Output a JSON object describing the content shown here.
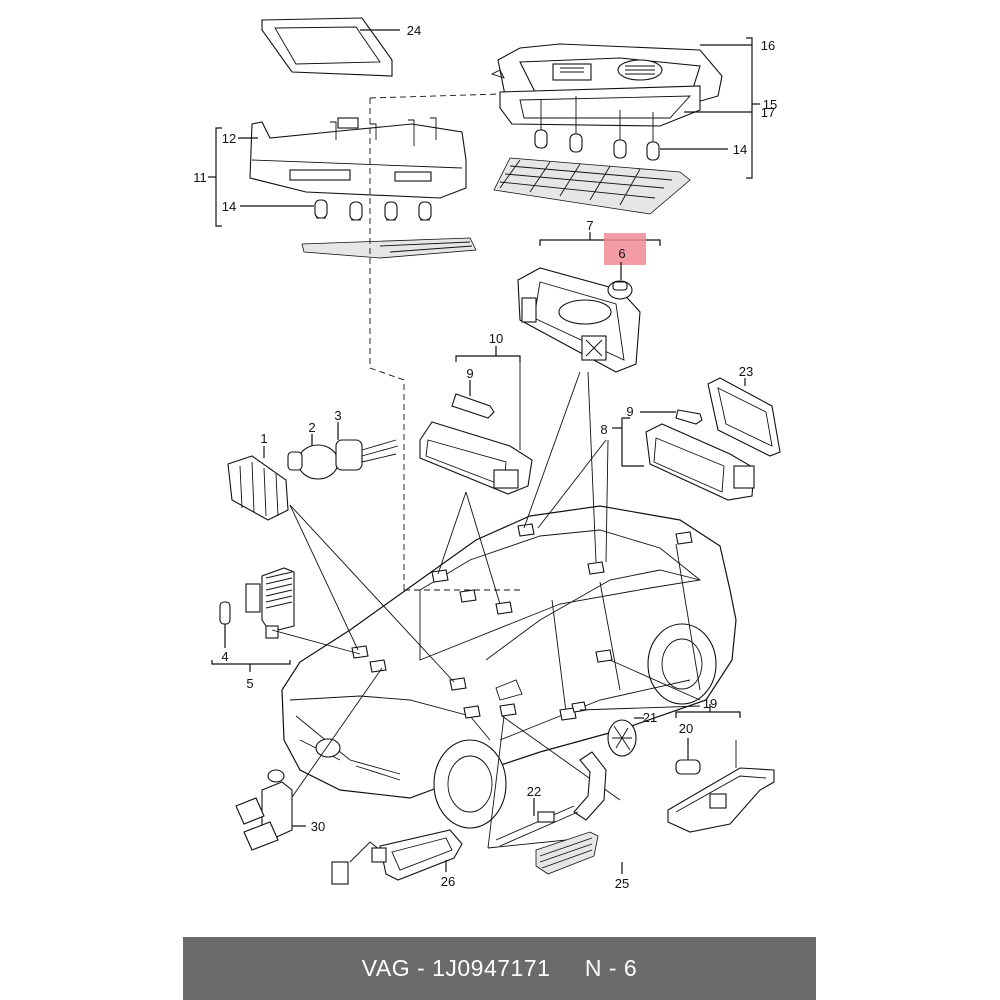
{
  "footer": {
    "text": "VAG - 1J0947171     N - 6"
  },
  "highlight_color": "#f28b95",
  "highlighted_part": "6",
  "callouts": {
    "c1": "1",
    "c2": "2",
    "c3": "3",
    "c4": "4",
    "c5": "5",
    "c6": "6",
    "c7": "7",
    "c8": "8",
    "c9a": "9",
    "c9b": "9",
    "c10": "10",
    "c11": "11",
    "c12": "12",
    "c14a": "14",
    "c14b": "14",
    "c15": "15",
    "c16": "16",
    "c17": "17",
    "c19": "19",
    "c20": "20",
    "c21": "21",
    "c22": "22",
    "c23": "23",
    "c24": "24",
    "c25": "25",
    "c26": "26",
    "c30": "30"
  }
}
